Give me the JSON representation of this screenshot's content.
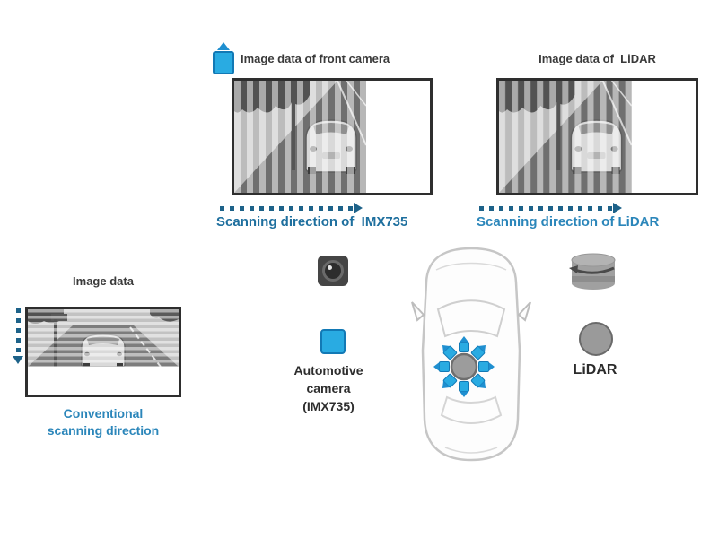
{
  "front_camera_panel": {
    "title": "Image data of front camera",
    "scan_label": "Scanning direction of  IMX735"
  },
  "lidar_panel": {
    "title": "Image data of  LiDAR",
    "scan_label": "Scanning direction of LiDAR"
  },
  "conventional_panel": {
    "title": "Image data",
    "scan_label_line1": "Conventional",
    "scan_label_line2": "scanning direction"
  },
  "legend": {
    "camera_label_line1": "Automotive",
    "camera_label_line2": "camera",
    "camera_label_line3": "(IMX735)",
    "lidar_label": "LiDAR"
  },
  "icons": {
    "camera_pictogram": "blue square with upward triangle (camera sensor)",
    "camera_device": "dark camera module with lens",
    "lidar_device": "gray rotating lidar cylinder",
    "lidar_symbol": "gray circle",
    "sensor_ring": "eight blue cameras around one lidar on car roof",
    "scan_arrow_right": "dotted arrow pointing right",
    "scan_arrow_down": "dotted arrow pointing down"
  },
  "colors": {
    "accent_blue": "#29abe2",
    "accent_blue_border": "#1279b5",
    "scan_text_imx": "#1e6f9e",
    "scan_text_lidar": "#2b86ba",
    "conventional_text": "#2b86ba",
    "arrow_dots": "#1d6289",
    "title_text": "#3a3a3a",
    "lidar_gray": "#9a9a9a",
    "frame_border": "#2e2e2e"
  }
}
